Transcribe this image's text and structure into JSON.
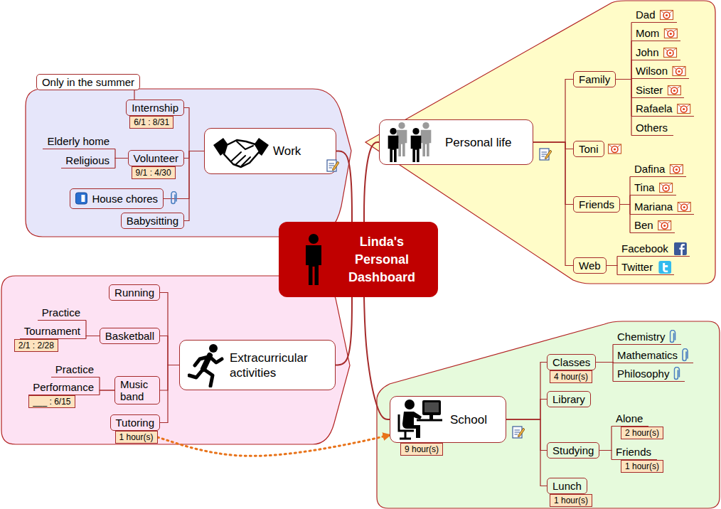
{
  "diagram": {
    "nodes": [
      {
        "text": [
          "Linda's Personal Dashboard"
        ]
      },
      {
        "text": [
          "Work"
        ]
      },
      {
        "text": [
          "Internship"
        ]
      },
      {
        "text": [
          "Only in the summer"
        ]
      },
      {
        "text": [
          "6/1 : 8/31"
        ]
      },
      {
        "text": [
          "Volunteer"
        ]
      },
      {
        "text": [
          "Elderly home"
        ]
      },
      {
        "text": [
          "Religious"
        ]
      },
      {
        "text": [
          "9/1 : 4/30"
        ]
      },
      {
        "text": [
          "House chores"
        ]
      },
      {
        "text": [
          "Babysitting"
        ]
      },
      {
        "text": [
          "Personal life"
        ]
      },
      {
        "text": [
          "Family"
        ]
      },
      {
        "text": [
          "Dad"
        ]
      },
      {
        "text": [
          "Mom"
        ]
      },
      {
        "text": [
          "John"
        ]
      },
      {
        "text": [
          "Wilson"
        ]
      },
      {
        "text": [
          "Sister"
        ]
      },
      {
        "text": [
          "Rafaela"
        ]
      },
      {
        "text": [
          "Others"
        ]
      },
      {
        "text": [
          "Toni"
        ]
      },
      {
        "text": [
          "Friends"
        ]
      },
      {
        "text": [
          "Dafina"
        ]
      },
      {
        "text": [
          "Tina"
        ]
      },
      {
        "text": [
          "Mariana"
        ]
      },
      {
        "text": [
          "Ben"
        ]
      },
      {
        "text": [
          "Web"
        ]
      },
      {
        "text": [
          "Facebook"
        ]
      },
      {
        "text": [
          "Twitter"
        ]
      },
      {
        "text": [
          "Extracurricular activities"
        ]
      },
      {
        "text": [
          "Running"
        ]
      },
      {
        "text": [
          "Basketball"
        ]
      },
      {
        "text": [
          "Practice"
        ]
      },
      {
        "text": [
          "Tournament"
        ]
      },
      {
        "text": [
          "2/1 : 2/28"
        ]
      },
      {
        "text": [
          "Music band"
        ]
      },
      {
        "text": [
          "Practice"
        ]
      },
      {
        "text": [
          "Performance"
        ]
      },
      {
        "text": [
          "___ : 6/15"
        ]
      },
      {
        "text": [
          "Tutoring"
        ]
      },
      {
        "text": [
          "1 hour(s)"
        ]
      },
      {
        "text": [
          "School"
        ]
      },
      {
        "text": [
          "9 hour(s)"
        ]
      },
      {
        "text": [
          "Classes"
        ]
      },
      {
        "text": [
          "4 hour(s)"
        ]
      },
      {
        "text": [
          "Chemistry"
        ]
      },
      {
        "text": [
          "Mathematics"
        ]
      },
      {
        "text": [
          "Philosophy"
        ]
      },
      {
        "text": [
          "Library"
        ]
      },
      {
        "text": [
          "Studying"
        ]
      },
      {
        "text": [
          "Alone"
        ]
      },
      {
        "text": [
          "2 hour(s)"
        ]
      },
      {
        "text": [
          "Friends"
        ]
      },
      {
        "text": [
          "1 hour(s)"
        ]
      },
      {
        "text": [
          "Lunch"
        ]
      },
      {
        "text": [
          "1 hour(s)"
        ]
      }
    ],
    "edges": [
      {
        "from": 0,
        "to": 1,
        "arrow": "none"
      },
      {
        "from": 0,
        "to": 11,
        "arrow": "none"
      },
      {
        "from": 0,
        "to": 29,
        "arrow": "none"
      },
      {
        "from": 0,
        "to": 41,
        "arrow": "none"
      },
      {
        "from": 1,
        "to": 2,
        "arrow": "none"
      },
      {
        "from": 1,
        "to": 5,
        "arrow": "none"
      },
      {
        "from": 1,
        "to": 9,
        "arrow": "none"
      },
      {
        "from": 1,
        "to": 10,
        "arrow": "none"
      },
      {
        "from": 2,
        "to": 3,
        "arrow": "none"
      },
      {
        "from": 5,
        "to": 6,
        "arrow": "none"
      },
      {
        "from": 5,
        "to": 7,
        "arrow": "none"
      },
      {
        "from": 11,
        "to": 12,
        "arrow": "none"
      },
      {
        "from": 11,
        "to": 20,
        "arrow": "none"
      },
      {
        "from": 11,
        "to": 21,
        "arrow": "none"
      },
      {
        "from": 11,
        "to": 26,
        "arrow": "none"
      },
      {
        "from": 12,
        "to": 13,
        "arrow": "none"
      },
      {
        "from": 12,
        "to": 14,
        "arrow": "none"
      },
      {
        "from": 12,
        "to": 15,
        "arrow": "none"
      },
      {
        "from": 12,
        "to": 16,
        "arrow": "none"
      },
      {
        "from": 12,
        "to": 17,
        "arrow": "none"
      },
      {
        "from": 12,
        "to": 18,
        "arrow": "none"
      },
      {
        "from": 12,
        "to": 19,
        "arrow": "none"
      },
      {
        "from": 21,
        "to": 22,
        "arrow": "none"
      },
      {
        "from": 21,
        "to": 23,
        "arrow": "none"
      },
      {
        "from": 21,
        "to": 24,
        "arrow": "none"
      },
      {
        "from": 21,
        "to": 25,
        "arrow": "none"
      },
      {
        "from": 26,
        "to": 27,
        "arrow": "none"
      },
      {
        "from": 26,
        "to": 28,
        "arrow": "none"
      },
      {
        "from": 29,
        "to": 30,
        "arrow": "none"
      },
      {
        "from": 29,
        "to": 31,
        "arrow": "none"
      },
      {
        "from": 29,
        "to": 35,
        "arrow": "none"
      },
      {
        "from": 29,
        "to": 39,
        "arrow": "none"
      },
      {
        "from": 31,
        "to": 32,
        "arrow": "none"
      },
      {
        "from": 31,
        "to": 33,
        "arrow": "none"
      },
      {
        "from": 35,
        "to": 36,
        "arrow": "none"
      },
      {
        "from": 35,
        "to": 37,
        "arrow": "none"
      },
      {
        "from": 41,
        "to": 43,
        "arrow": "none"
      },
      {
        "from": 41,
        "to": 48,
        "arrow": "none"
      },
      {
        "from": 41,
        "to": 49,
        "arrow": "none"
      },
      {
        "from": 41,
        "to": 54,
        "arrow": "none"
      },
      {
        "from": 43,
        "to": 45,
        "arrow": "none"
      },
      {
        "from": 43,
        "to": 46,
        "arrow": "none"
      },
      {
        "from": 43,
        "to": 47,
        "arrow": "none"
      },
      {
        "from": 49,
        "to": 50,
        "arrow": "none"
      },
      {
        "from": 49,
        "to": 52,
        "arrow": "none"
      },
      {
        "from": 40,
        "to": 41,
        "arrow": "to"
      }
    ]
  }
}
